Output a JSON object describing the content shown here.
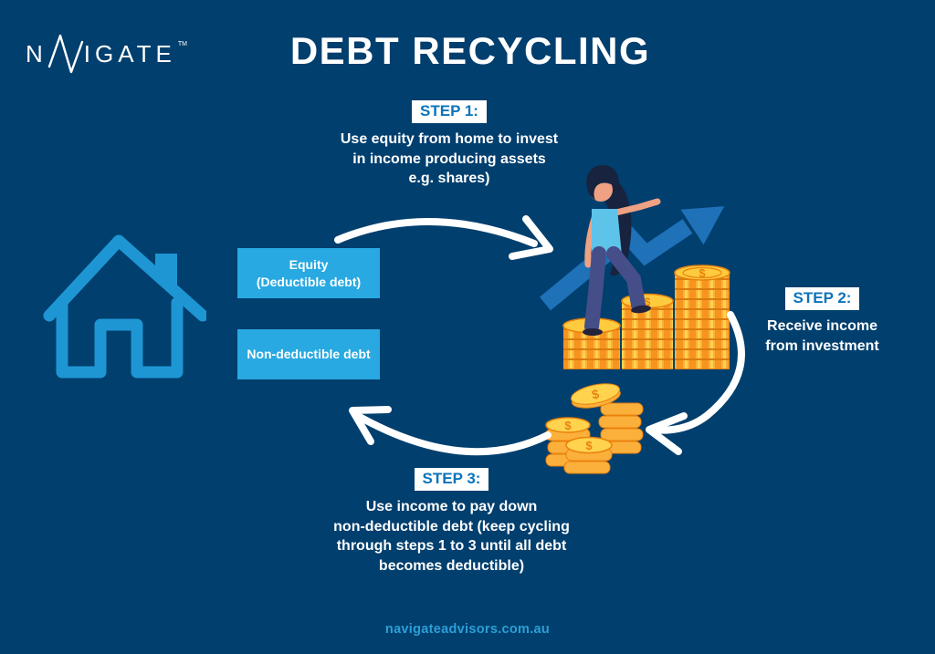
{
  "brand": {
    "name_prefix": "N",
    "name_suffix": "IGATE",
    "trademark": "TM"
  },
  "title": "DEBT RECYCLING",
  "steps": {
    "step1": {
      "label": "STEP 1:",
      "lines": [
        "Use equity from home to invest",
        "in income producing assets",
        "e.g. shares)"
      ]
    },
    "step2": {
      "label": "STEP 2:",
      "lines": [
        "Receive income",
        "from investment"
      ]
    },
    "step3": {
      "label": "STEP 3:",
      "lines": [
        "Use income to pay down",
        "non-deductible debt (keep cycling",
        "through steps 1 to 3 until all debt",
        "becomes deductible)"
      ]
    }
  },
  "labels": {
    "equity_line1": "Equity",
    "equity_line2": "(Deductible debt)",
    "non_deductible": "Non-deductible debt"
  },
  "illustrations": {
    "coin_symbol": "$"
  },
  "footer": {
    "website": "navigateadvisors.com.au"
  },
  "colors": {
    "background": "#003F6E",
    "box_blue": "#29A9E1",
    "house_blue": "#1E96D4",
    "step_text_blue": "#0B74BA",
    "growth_arrow_blue": "#1F71B8",
    "coin_gold": "#FBB03B",
    "coin_gold_light": "#FFD34D",
    "coin_gold_dark": "#E8820E",
    "footer_blue": "#2D9FD6",
    "white": "#FFFFFF"
  }
}
